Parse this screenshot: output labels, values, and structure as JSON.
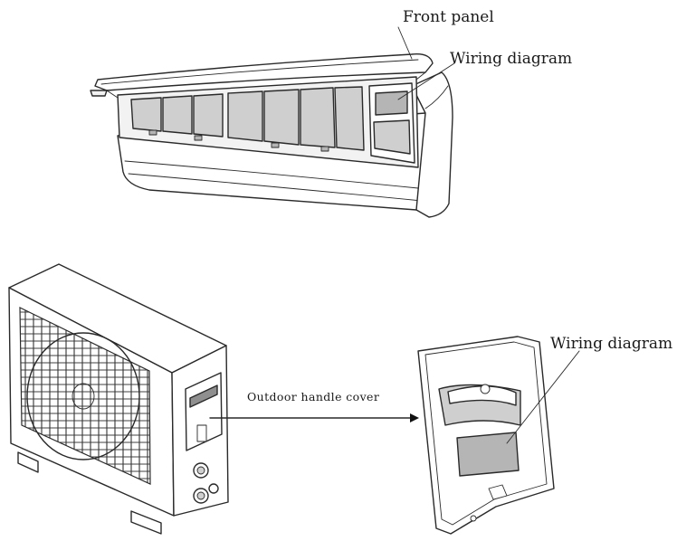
{
  "labels": {
    "front_panel": "Front panel",
    "wiring_diagram_indoor": "Wiring diagram",
    "outdoor_handle_cover": "Outdoor handle cover",
    "wiring_diagram_outdoor": "Wiring diagram"
  }
}
